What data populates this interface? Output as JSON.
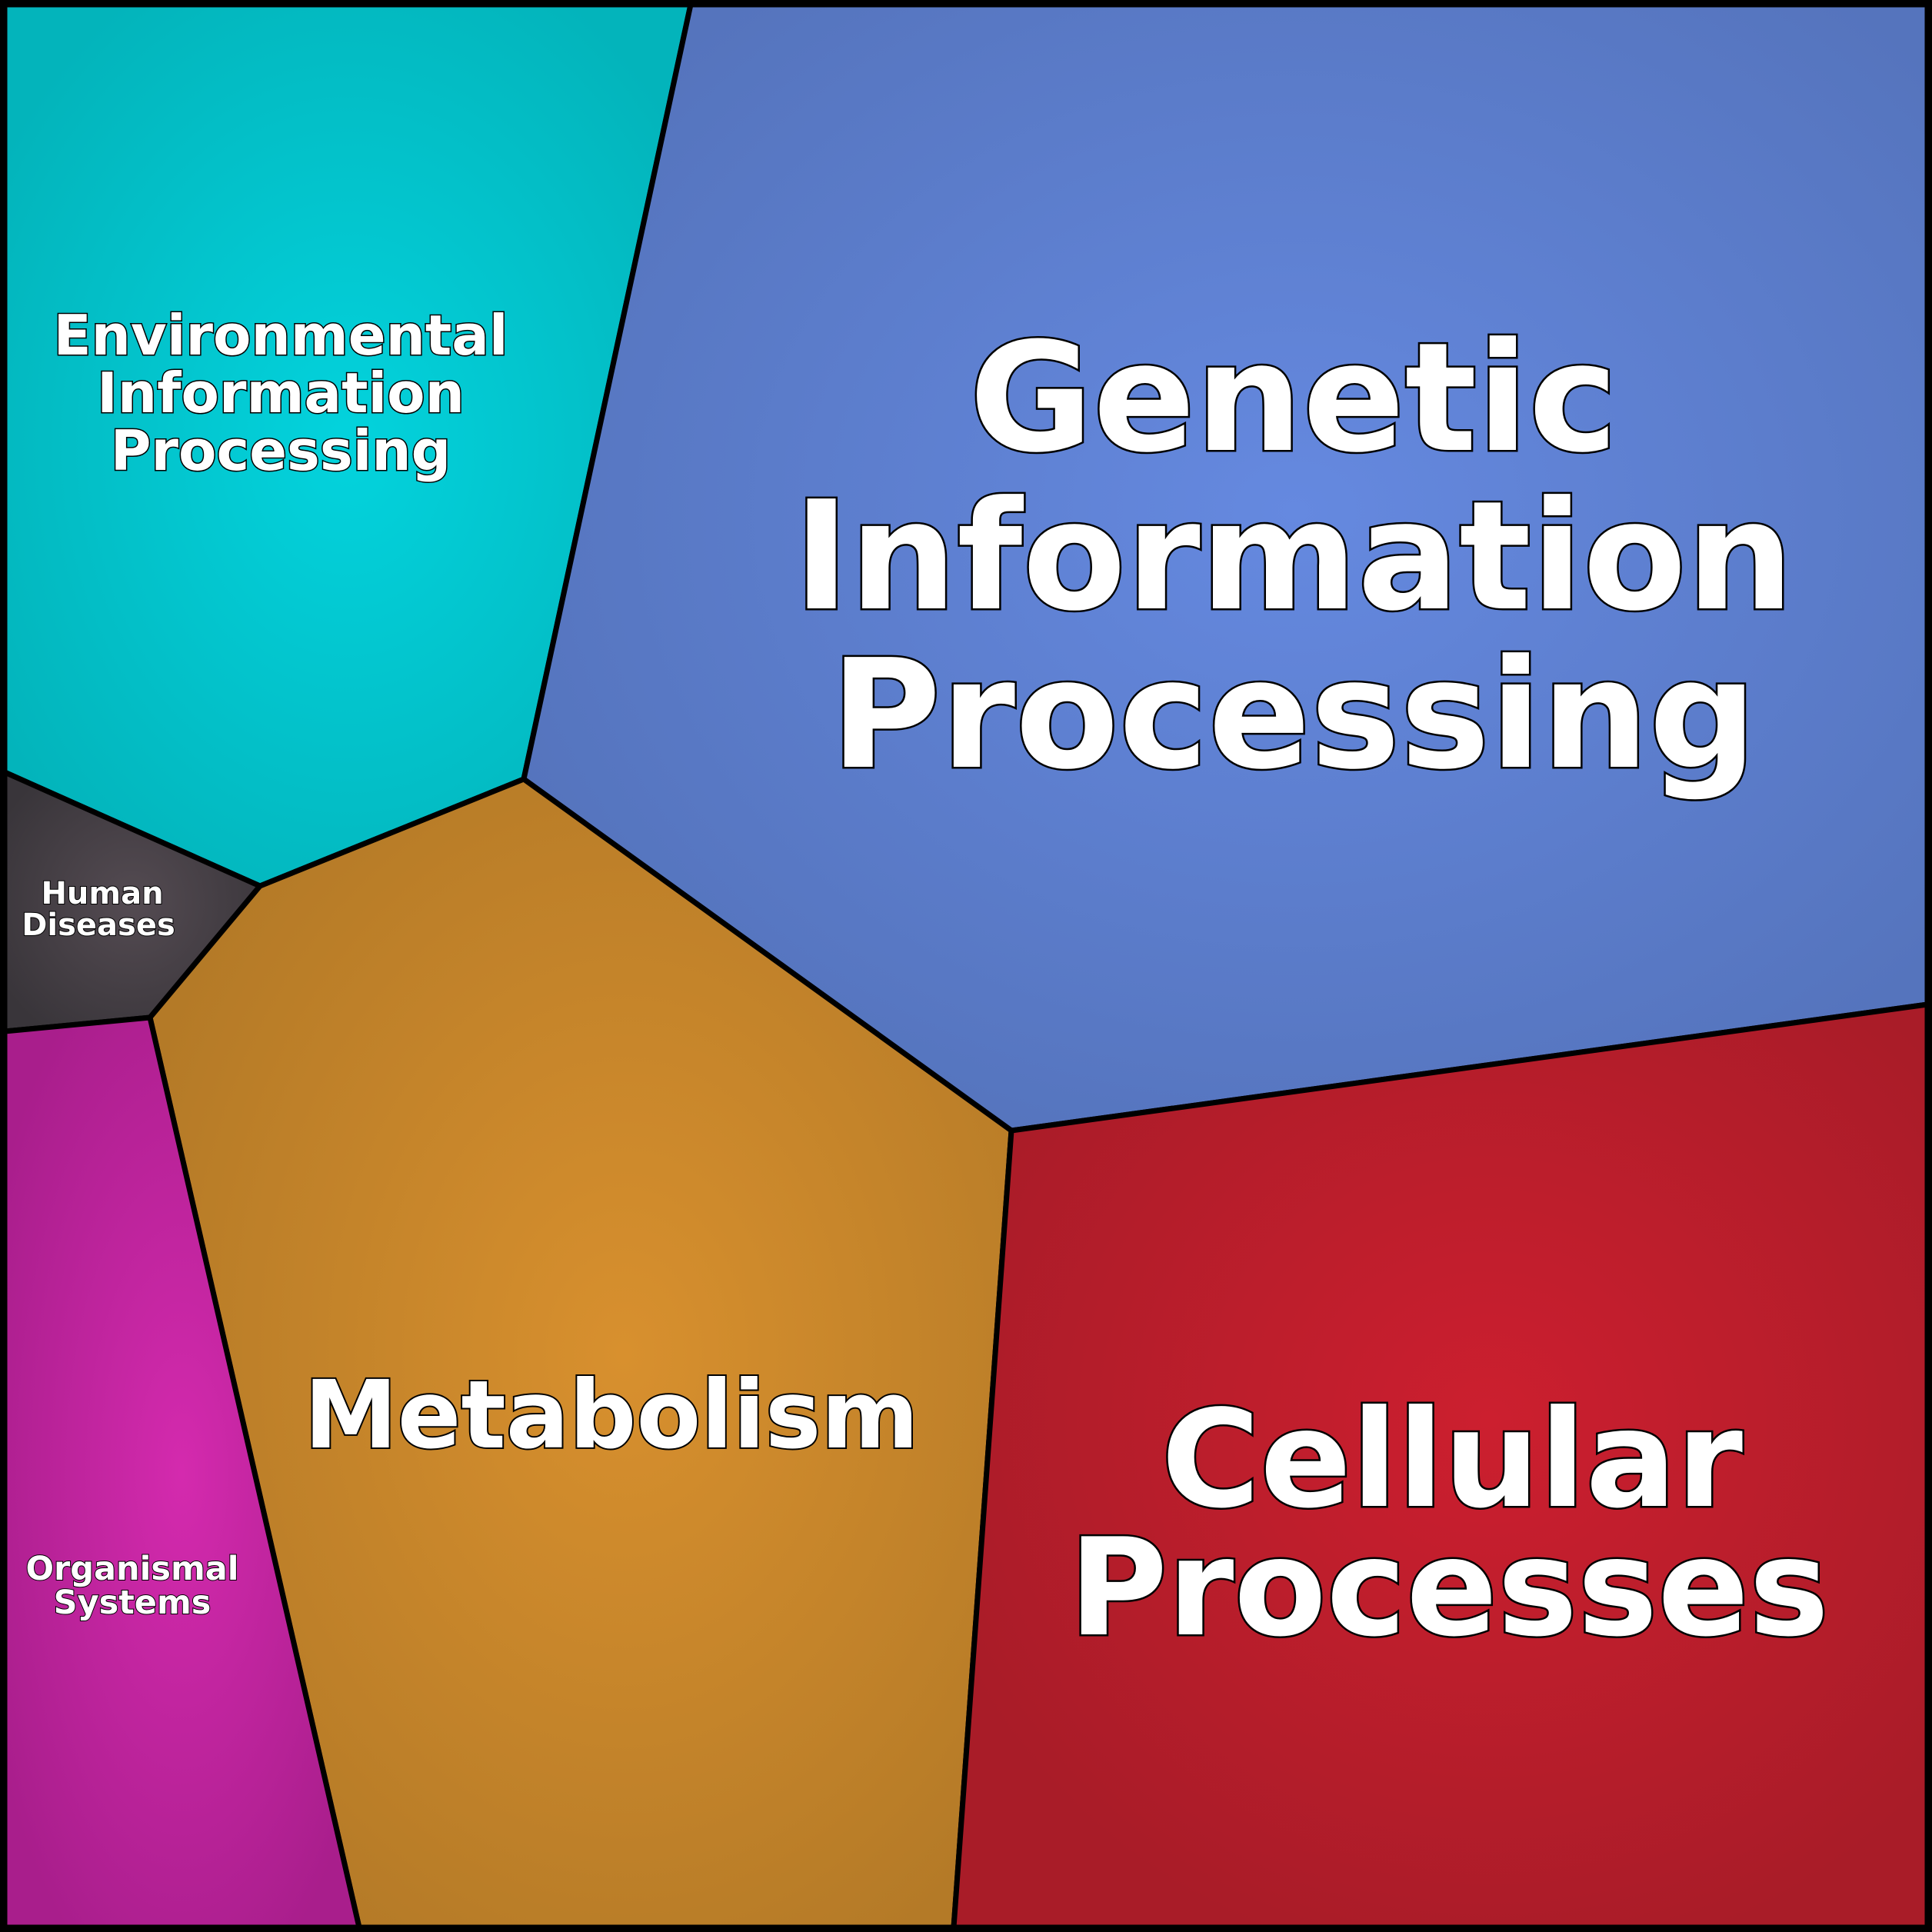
{
  "regions": {
    "environmental": {
      "lines": [
        "Environmental",
        "Information",
        "Processing"
      ],
      "color": "#03b4bb",
      "color_light": "#03d3dd"
    },
    "genetic": {
      "lines": [
        "Genetic",
        "Information",
        "Processing"
      ],
      "color": "#5574bd",
      "color_light": "#6589e0"
    },
    "human_diseases": {
      "lines": [
        "Human",
        "Diseases"
      ],
      "color": "#39353a",
      "color_light": "#544b52"
    },
    "metabolism": {
      "lines": [
        "Metabolism"
      ],
      "color": "#b47a27",
      "color_light": "#d8902e"
    },
    "organismal": {
      "lines": [
        "Organismal",
        "Systems"
      ],
      "color": "#a91e8c",
      "color_light": "#d42aae"
    },
    "cellular": {
      "lines": [
        "Cellular",
        "Processes"
      ],
      "color": "#a91c28",
      "color_light": "#cc1f2f"
    }
  }
}
